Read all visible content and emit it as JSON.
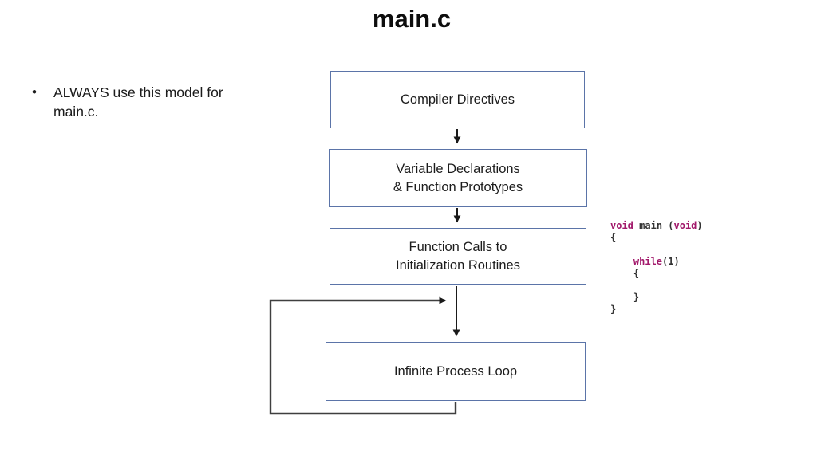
{
  "slide": {
    "title": "main.c",
    "bullet": {
      "marker": "•",
      "text": "ALWAYS use this model for main.c."
    }
  },
  "flowchart": {
    "border_color": "#5b74a8",
    "arrow_color": "#1a1a1a",
    "loop_color": "#3f3f3f",
    "boxes": [
      {
        "id": "compiler-directives",
        "lines": [
          "Compiler Directives",
          ""
        ]
      },
      {
        "id": "variable-declarations",
        "lines": [
          "Variable Declarations",
          "& Function Prototypes"
        ]
      },
      {
        "id": "function-calls",
        "lines": [
          "Function Calls to",
          "Initialization Routines"
        ]
      },
      {
        "id": "infinite-process-loop",
        "lines": [
          "Infinite Process Loop",
          ""
        ]
      }
    ]
  },
  "code": {
    "keyword_color": "#a2196b",
    "text_color": "#333333",
    "lines": [
      [
        {
          "t": "void",
          "c": "k"
        },
        {
          "t": " ",
          "c": "p"
        },
        {
          "t": "main",
          "c": "p"
        },
        {
          "t": " (",
          "c": "p"
        },
        {
          "t": "void",
          "c": "k"
        },
        {
          "t": ")",
          "c": "p"
        }
      ],
      [
        {
          "t": "{",
          "c": "p"
        }
      ],
      [],
      [
        {
          "t": "    ",
          "c": "p"
        },
        {
          "t": "while",
          "c": "k"
        },
        {
          "t": "(1)",
          "c": "p"
        }
      ],
      [
        {
          "t": "    {",
          "c": "p"
        }
      ],
      [],
      [
        {
          "t": "    }",
          "c": "p"
        }
      ],
      [
        {
          "t": "}",
          "c": "p"
        }
      ]
    ]
  }
}
